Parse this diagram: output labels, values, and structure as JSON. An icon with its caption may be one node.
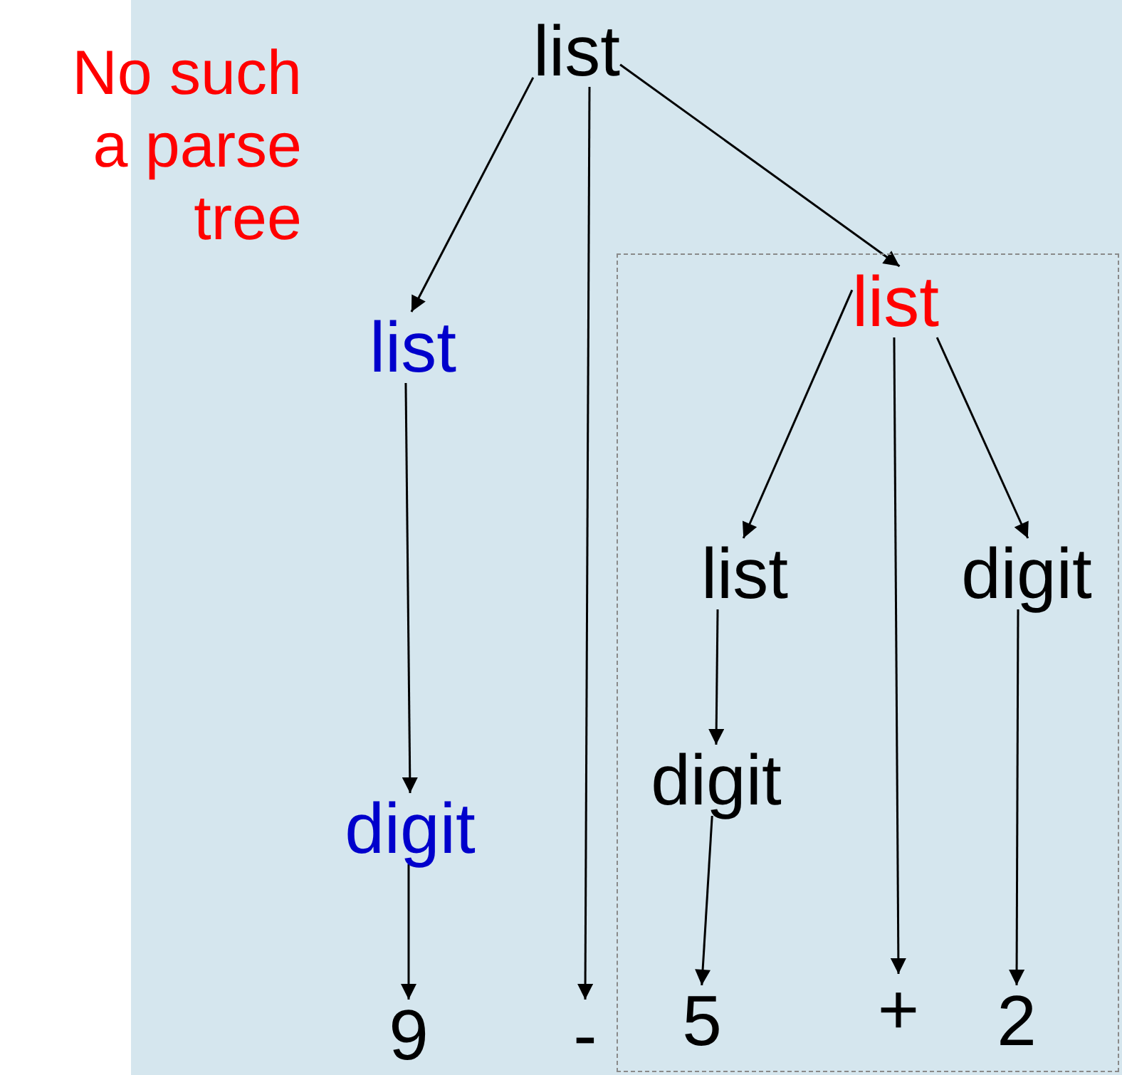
{
  "diagram": {
    "nodes": [
      {
        "text": [
          "list"
        ]
      },
      {
        "text": [
          "list"
        ]
      },
      {
        "text": [],
        "shape": "box"
      },
      {
        "text": [
          "list"
        ],
        "in": 2
      },
      {
        "text": [
          "list"
        ],
        "in": 2
      },
      {
        "text": [
          "digit"
        ],
        "in": 2
      },
      {
        "text": [
          "digit"
        ]
      },
      {
        "text": [
          "digit"
        ],
        "in": 2
      },
      {
        "text": [
          "9"
        ]
      },
      {
        "text": [
          "-"
        ]
      },
      {
        "text": [
          "5"
        ],
        "in": 2
      },
      {
        "text": [
          "+"
        ],
        "in": 2
      },
      {
        "text": [
          "2"
        ],
        "in": 2
      }
    ],
    "edges": [
      {
        "from": 0,
        "to": 1,
        "arrow": "to"
      },
      {
        "from": 0,
        "to": 9,
        "arrow": "to"
      },
      {
        "from": 0,
        "to": 3,
        "arrow": "to"
      },
      {
        "from": 1,
        "to": 6,
        "arrow": "to"
      },
      {
        "from": 6,
        "to": 8,
        "arrow": "to"
      },
      {
        "from": 3,
        "to": 4,
        "arrow": "to"
      },
      {
        "from": 3,
        "to": 11,
        "arrow": "to"
      },
      {
        "from": 3,
        "to": 5,
        "arrow": "to"
      },
      {
        "from": 4,
        "to": 7,
        "arrow": "to"
      },
      {
        "from": 7,
        "to": 10,
        "arrow": "to"
      },
      {
        "from": 5,
        "to": 12,
        "arrow": "to"
      }
    ],
    "labels": [
      "No such a parse tree"
    ]
  }
}
